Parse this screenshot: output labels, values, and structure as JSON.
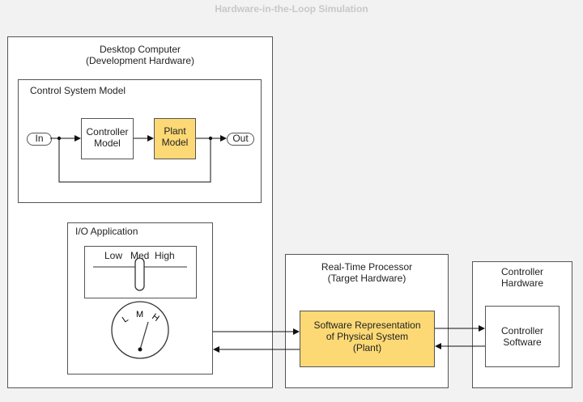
{
  "title": "Hardware-in-the-Loop Simulation",
  "desktop": {
    "title_line1": "Desktop Computer",
    "title_line2": "(Development Hardware)",
    "control_model": {
      "title": "Control System Model",
      "in_port": "In",
      "out_port": "Out",
      "controller_line1": "Controller",
      "controller_line2": "Model",
      "plant_line1": "Plant",
      "plant_line2": "Model"
    },
    "io_app": {
      "title": "I/O Application",
      "slider_low": "Low",
      "slider_med": "Med",
      "slider_high": "High",
      "gauge_l": "L",
      "gauge_m": "M",
      "gauge_h": "H"
    }
  },
  "realtime": {
    "title_line1": "Real-Time Processor",
    "title_line2": "(Target Hardware)",
    "software_line1": "Software Representation",
    "software_line2": "of Physical System",
    "software_line3": "(Plant)"
  },
  "controller_hw": {
    "title_line1": "Controller",
    "title_line2": "Hardware",
    "software_line1": "Controller",
    "software_line2": "Software"
  },
  "colors": {
    "highlight": "#fcd975",
    "border": "#555555",
    "background": "#f2f2f2"
  }
}
